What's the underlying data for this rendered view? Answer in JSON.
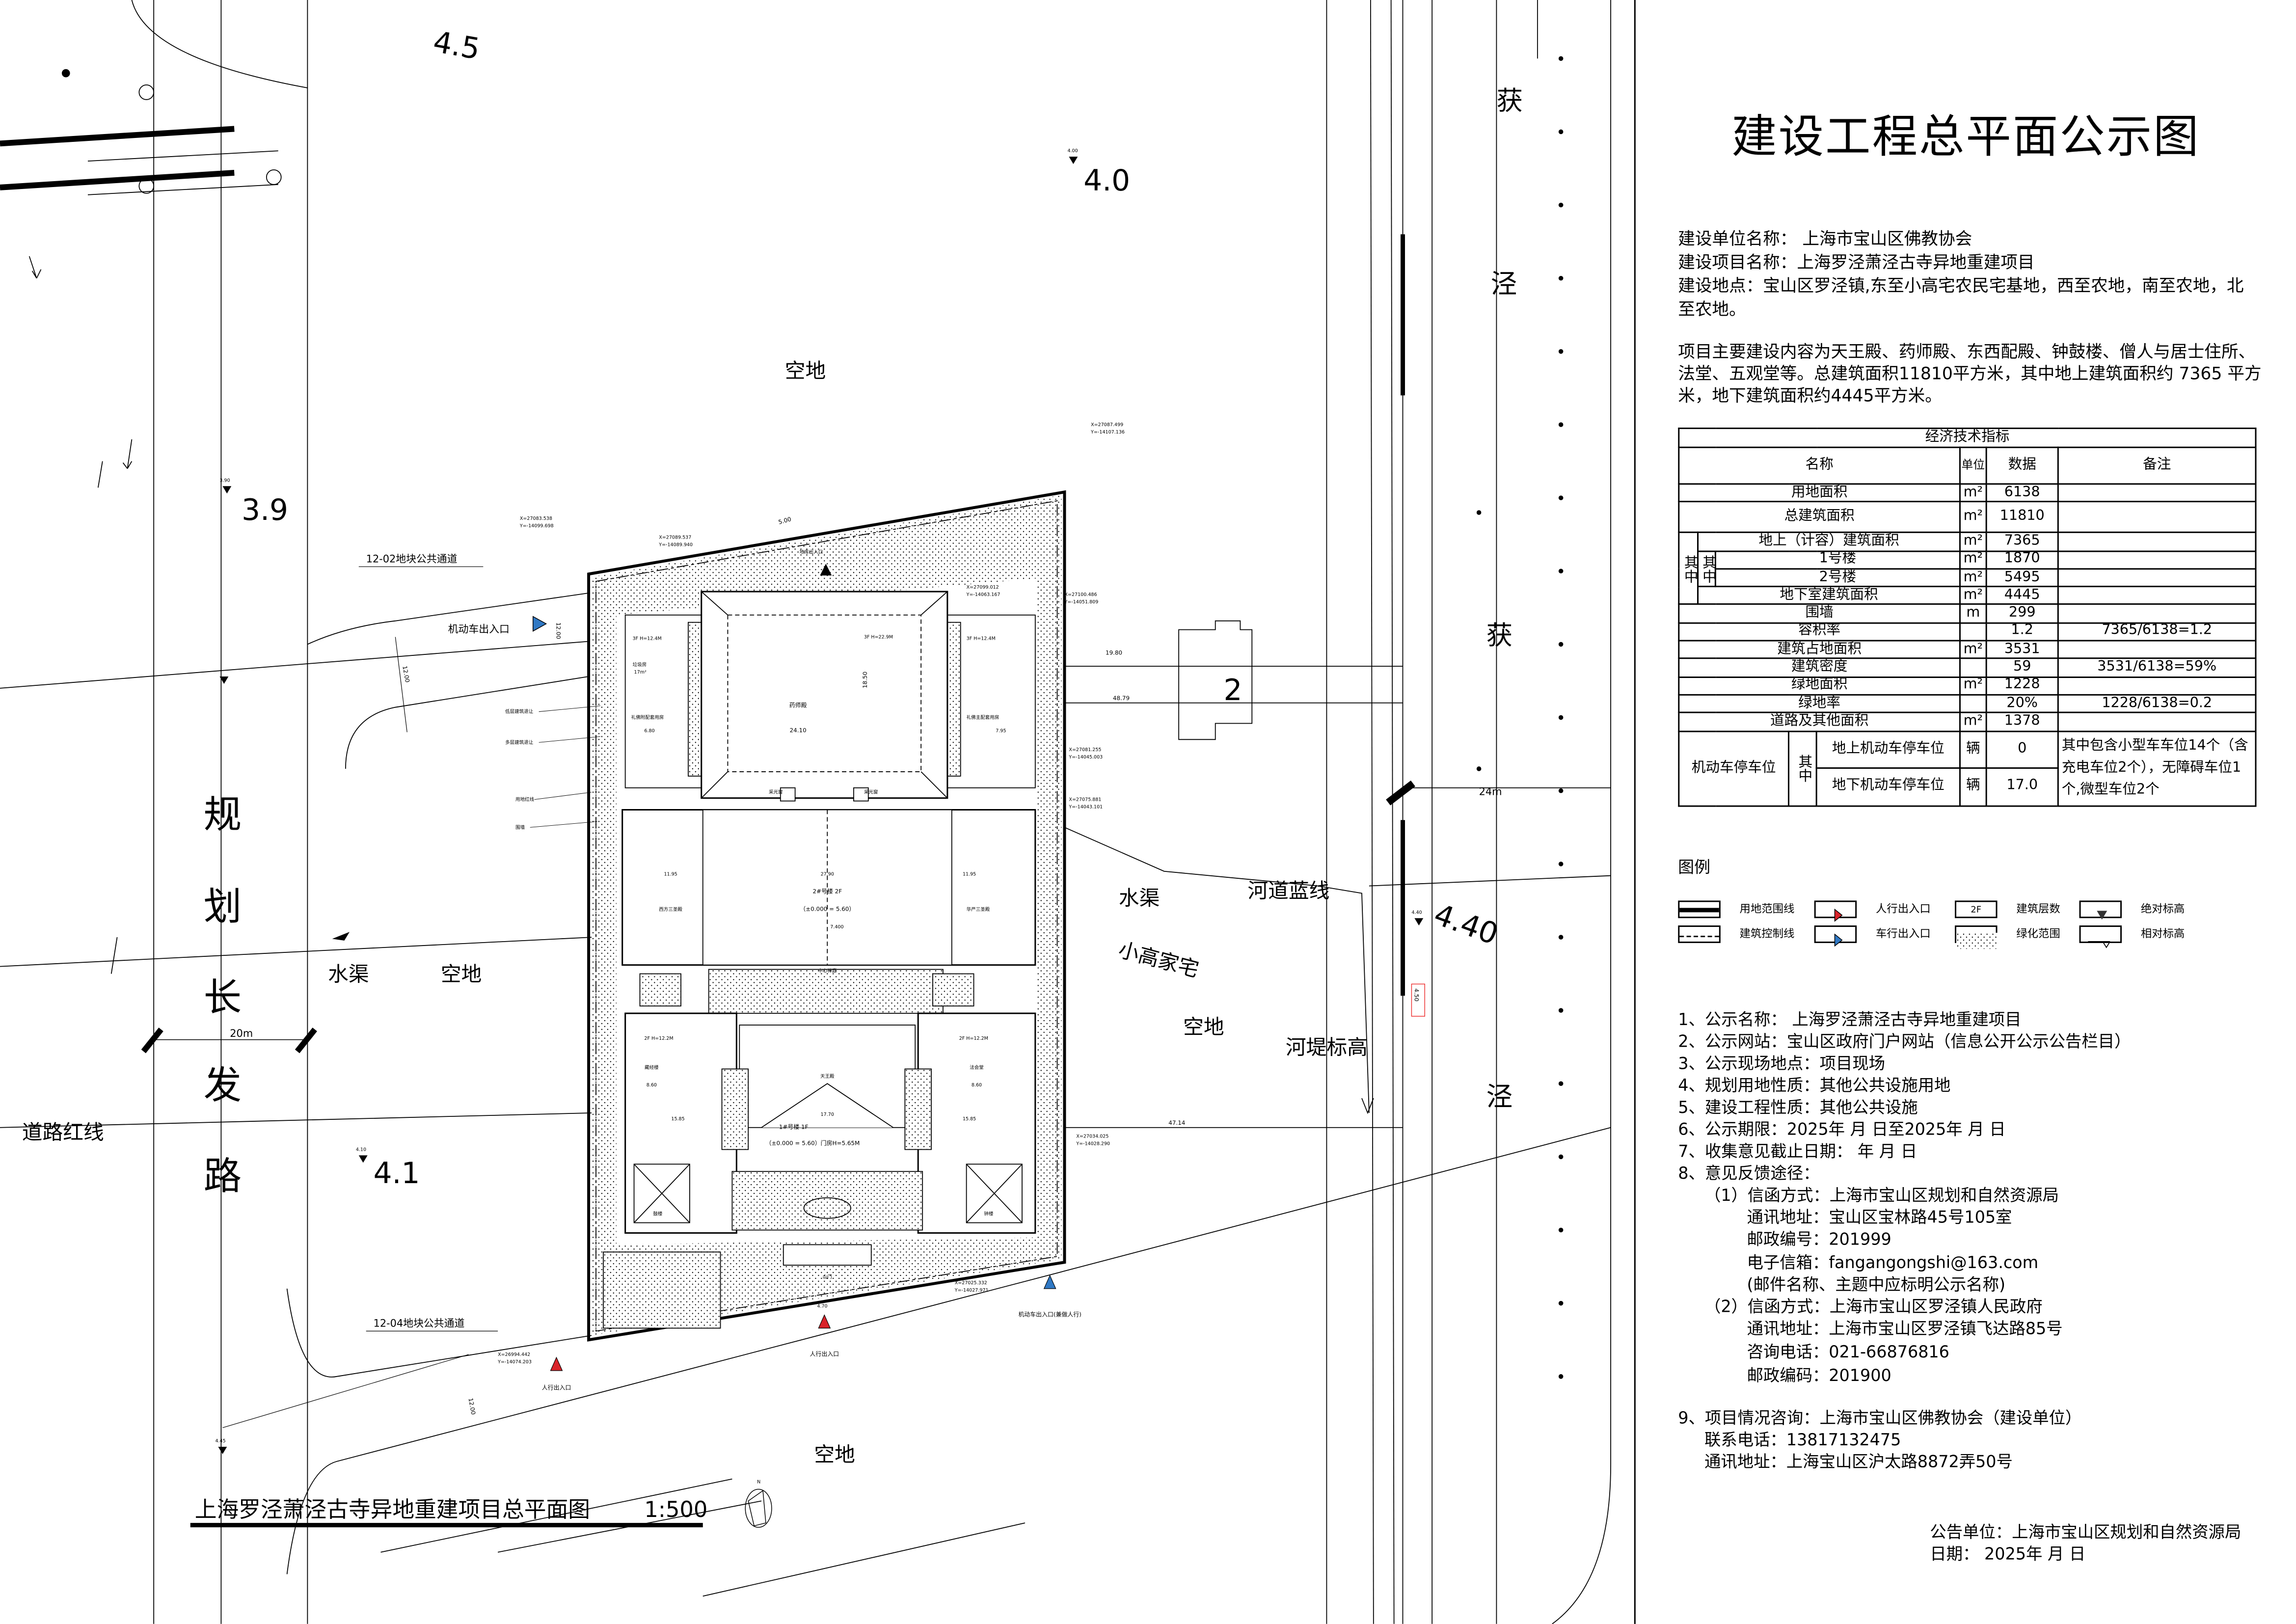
{
  "title": "建设工程总平面公示图",
  "info": {
    "unit": "建设单位名称：  上海市宝山区佛教协会",
    "project": "建设项目名称：上海罗泾萧泾古寺异地重建项目",
    "location_1": "建设地点：宝山区罗泾镇,东至小高宅农民宅基地，西至农地，南至农地，北",
    "location_2": "至农地。",
    "desc_1": "项目主要建设内容为天王殿、药师殿、东西配殿、钟鼓楼、僧人与居士住所、",
    "desc_2": "法堂、五观堂等。总建筑面积11810平方米，其中地上建筑面积约 7365 平方",
    "desc_3": "米，地下建筑面积约4445平方米。"
  },
  "econ_table": {
    "title": "经济技术指标",
    "headers": {
      "name": "名称",
      "unit": "单位",
      "data": "数据",
      "remark": "备注"
    },
    "qizhong": "其中",
    "rows": {
      "land": {
        "name": "用地面积",
        "unit": "m²",
        "data": "6138"
      },
      "total": {
        "name": "总建筑面积",
        "unit": "m²",
        "data": "11810"
      },
      "above": {
        "name": "地上（计容）建筑面积",
        "unit": "m²",
        "data": "7365"
      },
      "b1": {
        "name": "1号楼",
        "unit": "m²",
        "data": "1870"
      },
      "b2": {
        "name": "2号楼",
        "unit": "m²",
        "data": "5495"
      },
      "below": {
        "name": "地下室建筑面积",
        "unit": "m²",
        "data": "4445"
      },
      "wall": {
        "name": "围墙",
        "unit": "m",
        "data": "299"
      },
      "far": {
        "name": "容积率",
        "unit": "",
        "data": "1.2",
        "remark": "7365/6138=1.2"
      },
      "footprint": {
        "name": "建筑占地面积",
        "unit": "m²",
        "data": "3531"
      },
      "density": {
        "name": "建筑密度",
        "unit": "",
        "data": "59",
        "remark": "3531/6138=59%"
      },
      "green": {
        "name": "绿地面积",
        "unit": "m²",
        "data": "1228"
      },
      "green_ratio": {
        "name": "绿地率",
        "unit": "",
        "data": "20%",
        "remark": "1228/6138=0.2"
      },
      "road": {
        "name": "道路及其他面积",
        "unit": "m²",
        "data": "1378"
      }
    },
    "parking": {
      "name": "机动车停车位",
      "above": {
        "name": "地上机动车停车位",
        "unit": "辆",
        "data": "0"
      },
      "below": {
        "name": "地下机动车停车位",
        "unit": "辆",
        "data": "17.0"
      },
      "remark": "其中包含小型车车位14个（含充电车位2个），无障碍车位1个,微型车位2个"
    }
  },
  "legend": {
    "title": "图例",
    "items": {
      "site_line": "用地范围线",
      "control_line": "建筑控制线",
      "ped_entry": "人行出入口",
      "car_entry": "车行出入口",
      "floors": "建筑层数",
      "floors_sample": "2F",
      "green": "绿化范围",
      "abs_elev": "绝对标高",
      "rel_elev": "相对标高"
    },
    "colors": {
      "ped": "#d9232a",
      "car": "#2f78c4"
    }
  },
  "notices": [
    "1、公示名称：  上海罗泾萧泾古寺异地重建项目",
    "2、公示网站：宝山区政府门户网站（信息公开公示公告栏目）",
    "3、公示现场地点：项目现场",
    "4、规划用地性质：其他公共设施用地",
    "5、建设工程性质：其他公共设施",
    "6、公示期限：2025年      月      日至2025年      月      日",
    "7、收集意见截止日期：        年      月      日",
    "8、意见反馈途径："
  ],
  "feedback": {
    "c1_label": "（1）信函方式：上海市宝山区规划和自然资源局",
    "c1_addr": "通讯地址：宝山区宝林路45号105室",
    "c1_zip": "邮政编号：201999",
    "c1_email": "电子信箱：fangangongshi@163.com",
    "c1_note": "(邮件名称、主题中应标明公示名称)",
    "c2_label": "（2）信函方式：上海市宝山区罗泾镇人民政府",
    "c2_addr": "通讯地址：上海市宝山区罗泾镇飞达路85号",
    "c2_phone": "咨询电话：021-66876816",
    "c2_zip": "邮政编码：201900"
  },
  "consult": {
    "line": "9、项目情况咨询：上海市宝山区佛教协会（建设单位）",
    "phone": "联系电话：13817132475",
    "addr": "通讯地址：上海宝山区沪太路8872弄50号"
  },
  "footer": {
    "publisher": "公告单位：上海市宝山区规划和自然资源局",
    "date": "日期：        2025年      月      日"
  },
  "plan": {
    "drawing_title": "上海罗泾萧泾古寺异地重建项目总平面图",
    "scale": "1:500",
    "north": "N",
    "road_name": [
      "规",
      "划",
      "长",
      "发",
      "路"
    ],
    "labels": {
      "empty1": "空地",
      "empty2": "空地",
      "empty3": "空地",
      "empty4": "空地",
      "canal1": "水渠",
      "canal2": "水渠",
      "river_line": "河道蓝线",
      "village": "小高家宅",
      "dike": "河堤标高",
      "dike_val": "4.50",
      "road_red": "道路红线",
      "w20": "20m",
      "w24": "24m",
      "path02": "12-02地块公共通道",
      "path04": "12-04地块公共通道",
      "car_in": "机动车出入口",
      "car_in2": "机动车出入口(兼做人行)",
      "ped_in1": "人行出入口",
      "ped_in2": "人行出入口",
      "garage": "地库出入口",
      "bldg2": "2",
      "d1980": "19.80",
      "d4879": "48.79",
      "d4714": "47.14",
      "d500": "5.00",
      "d1200a": "12.00",
      "d1200b": "12.00",
      "d1200c": "12.00",
      "c45": "4.5",
      "c40": "4.0",
      "c39": "3.9",
      "c41": "4.1",
      "c440": "4.40",
      "e400": "4.00",
      "e390": "3.90",
      "e410": "4.10",
      "e445": "4.45",
      "e440": "4.40",
      "e470": "4.70",
      "jing1": "获",
      "jing2": "泾",
      "jing3": "获",
      "jing4": "泾",
      "setback_low": "低层建筑退让",
      "setback_mid": "多层建筑退让",
      "red_line": "用地红线",
      "wall": "围墙",
      "yaoshi": "药师殿",
      "d2410": "24.10",
      "d1850": "18.50",
      "h229": "3F  H=22.9M",
      "west_aux": "礼佛附配套用房",
      "east_aux": "礼佛主配套用房",
      "h124a": "3F H=12.4M",
      "h124b": "3F H=12.4M",
      "garbage": "垃圾房",
      "garbage_area": "17m²",
      "d680": "6.80",
      "d795": "7.95",
      "b2name": "2#号楼      2F",
      "b2elev": "（±0.000 = 5.60）",
      "d2790": "27.90",
      "d1195a": "11.95",
      "d1195b": "11.95",
      "west_hall": "西方三圣殿",
      "east_hall": "华严三圣殿",
      "e7400": "7.400",
      "court": "中心禅庭",
      "tianwang": "天王殿",
      "b1name": "1#号楼      1F",
      "b1elev": "（±0.000 = 5.60）门房H=5.65M",
      "sutra": "藏经楼",
      "fahui": "法会堂",
      "d860a": "8.60",
      "d860b": "8.60",
      "d1585a": "15.85",
      "d1585b": "15.85",
      "h122a": "2F H=12.2M",
      "h122b": "2F H=12.2M",
      "d1770": "17.70",
      "drum": "鼓楼",
      "bell": "钟楼",
      "gate": "山门",
      "skylight1": "采光窗",
      "skylight2": "采光窗",
      "coord1": "X=27087.499",
      "coord1y": "Y=-14107.136",
      "coord2": "X=27089.537",
      "coord2y": "Y=-14089.940",
      "coord3": "X=27083.538",
      "coord3y": "Y=-14099.698",
      "coord4": "X=27099.012",
      "coord4y": "Y=-14063.167",
      "coord5": "X=27100.486",
      "coord5y": "Y=-14051.809",
      "coord6": "X=27081.255",
      "coord6y": "Y=-14045.003",
      "coord7": "X=27075.881",
      "coord7y": "Y=-14043.101",
      "coord8": "X=27034.025",
      "coord8y": "Y=-14028.290",
      "coord9": "X=26994.442",
      "coord9y": "Y=-14074.203",
      "coord10": "X=27025.332",
      "coord10y": "Y=-14027.971"
    }
  }
}
